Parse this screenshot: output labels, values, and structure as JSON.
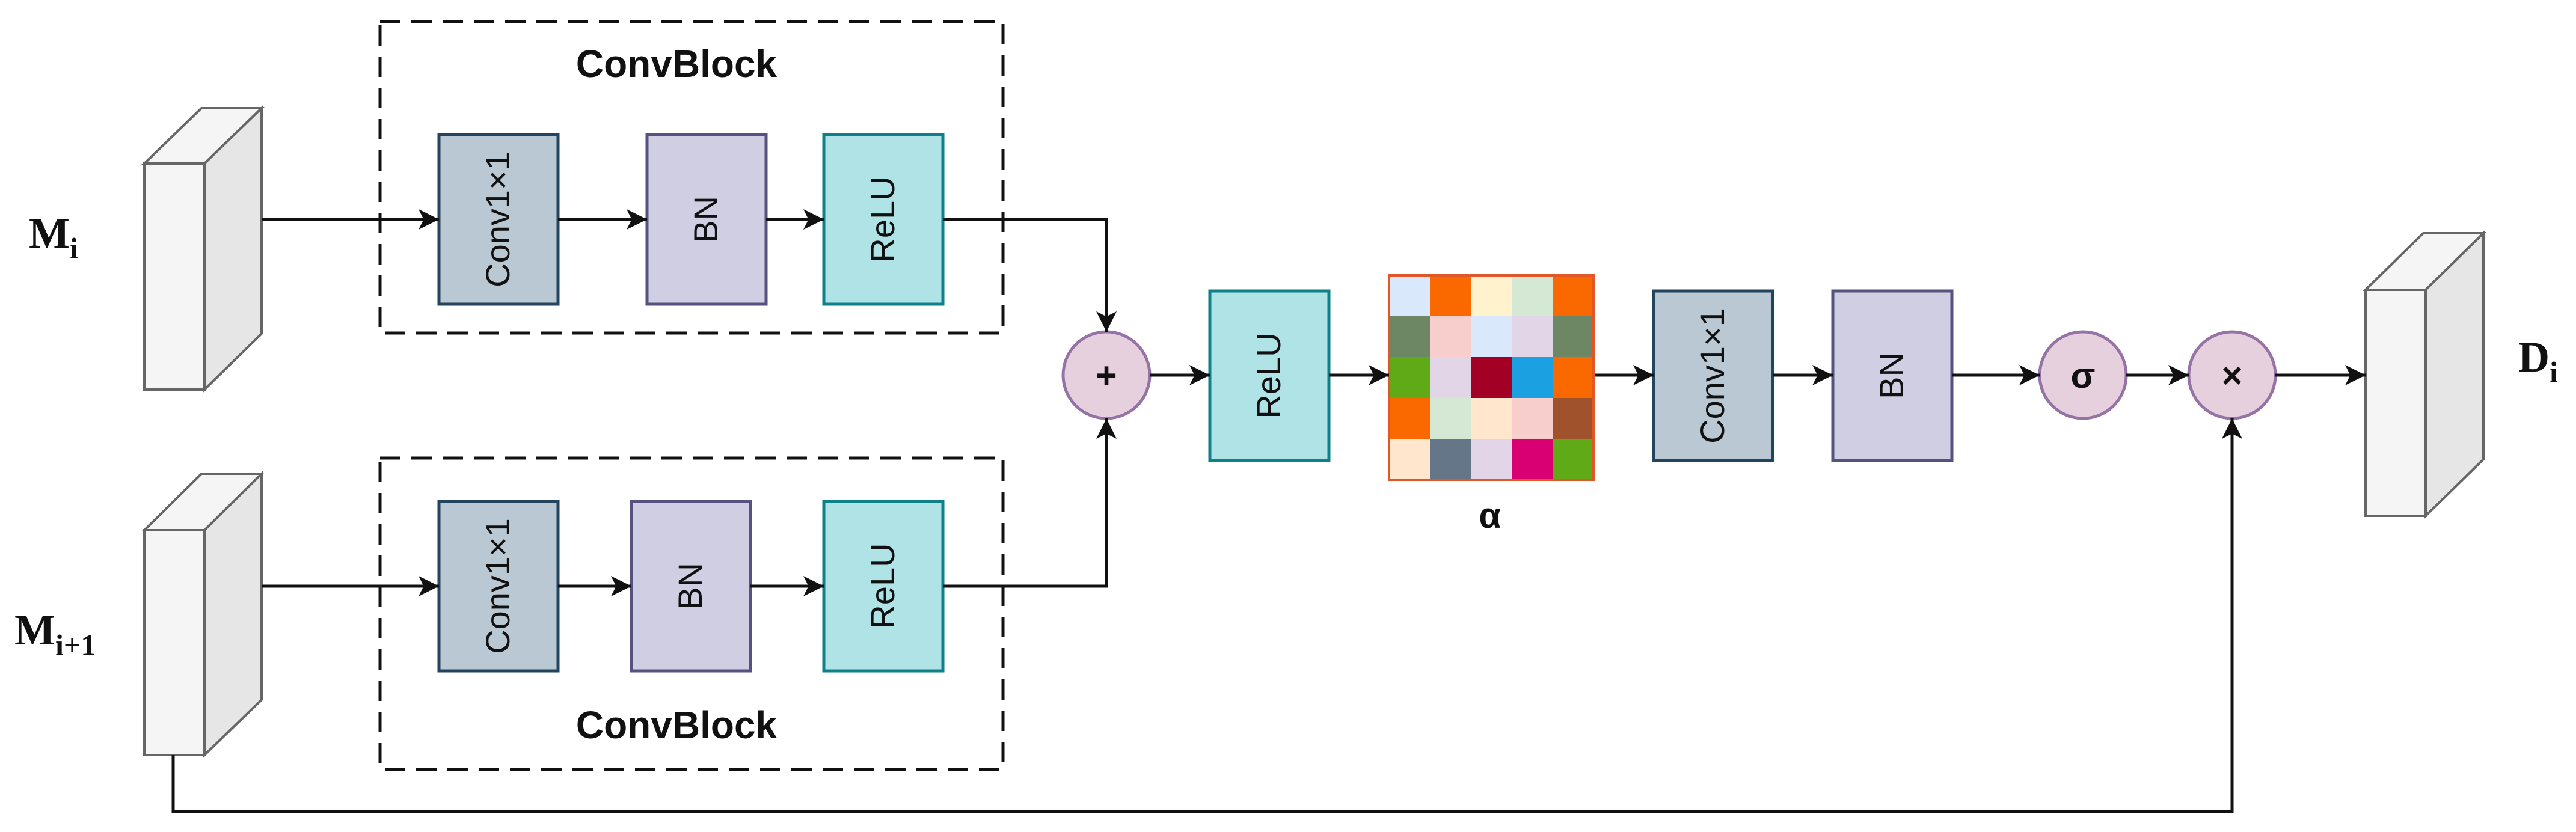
{
  "inputs": {
    "top": {
      "base": "M",
      "sub": "i"
    },
    "bottom": {
      "base": "M",
      "sub": "i+1"
    }
  },
  "output": {
    "base": "D",
    "sub": "i"
  },
  "conv_block_top": {
    "title": "ConvBlock",
    "conv": "Conv1×1",
    "bn": "BN",
    "relu": "ReLU"
  },
  "conv_block_bottom": {
    "title": "ConvBlock",
    "conv": "Conv1×1",
    "bn": "BN",
    "relu": "ReLU"
  },
  "ops": {
    "add": "+",
    "sigmoid": "σ",
    "multiply": "×"
  },
  "post": {
    "relu": "ReLU",
    "conv": "Conv1×1",
    "bn": "BN"
  },
  "alpha_label": "α",
  "alpha_grid_colors": [
    [
      "#dae8fc",
      "#fa6800",
      "#fff2cc",
      "#d5e8d4",
      "#fa6800"
    ],
    [
      "#6d8764",
      "#f8cecc",
      "#dae8fc",
      "#e1d5e7",
      "#6d8764"
    ],
    [
      "#60a917",
      "#e1d5e7",
      "#a20025",
      "#1ba1e2",
      "#fa6800"
    ],
    [
      "#fa6800",
      "#d5e8d4",
      "#ffe6cc",
      "#f8cecc",
      "#a0522d"
    ],
    [
      "#ffe6cc",
      "#647687",
      "#e1d5e7",
      "#d80073",
      "#60a917"
    ]
  ],
  "colors": {
    "conv_fill": "#bac8d3",
    "conv_stroke": "#23445d",
    "bn_fill": "#d0cee2",
    "bn_stroke": "#56517e",
    "relu_fill": "#b0e3e6",
    "relu_stroke": "#0e8088",
    "op_fill": "#e6d0de",
    "op_stroke": "#9673a6",
    "alpha_border": "#e0582a"
  }
}
